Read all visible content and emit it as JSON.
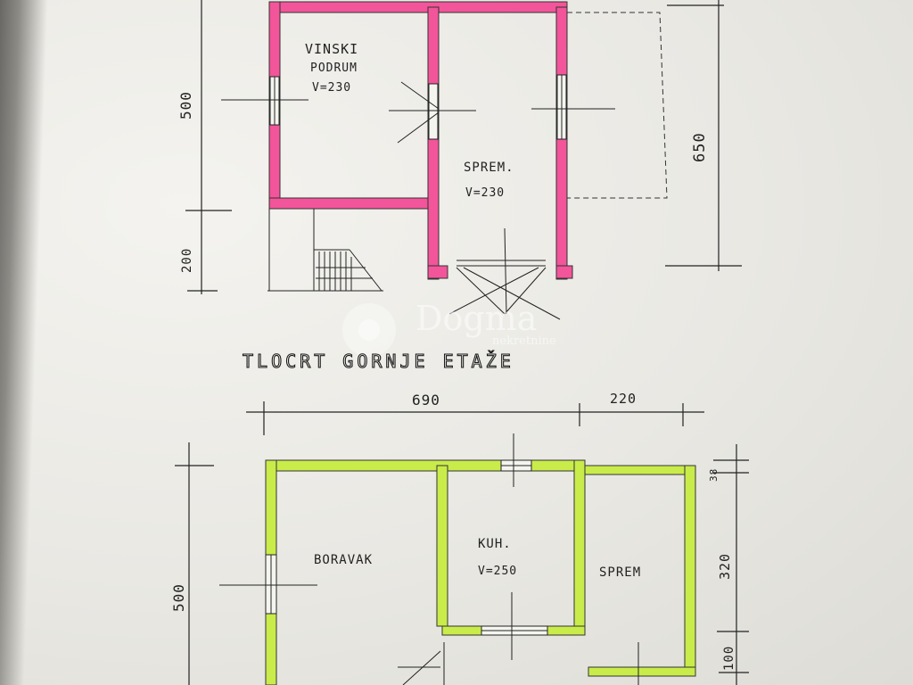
{
  "upper_plan": {
    "title": "TLOCRT GORNJE ETAŽE",
    "rooms": [
      {
        "name": "VINSKI",
        "name_line2": "PODRUM",
        "height": "V=230"
      },
      {
        "name": "SPREM.",
        "height": "V=230"
      }
    ],
    "dimensions": {
      "left_upper": "500",
      "left_lower": "200",
      "right": "650"
    },
    "wall_color": "#f2559a"
  },
  "lower_plan": {
    "top_dimensions": {
      "main": "690",
      "annex": "220"
    },
    "rooms": [
      {
        "name": "BORAVAK"
      },
      {
        "name": "KUH.",
        "height": "V=250"
      },
      {
        "name": "SPREM"
      }
    ],
    "dimensions": {
      "left": "500",
      "right_upper": "320",
      "right_top": "38",
      "right_lower": "100"
    },
    "wall_color": "#c9ec4a"
  },
  "watermark": {
    "brand": "Dogma",
    "sub": "nekretnine"
  }
}
